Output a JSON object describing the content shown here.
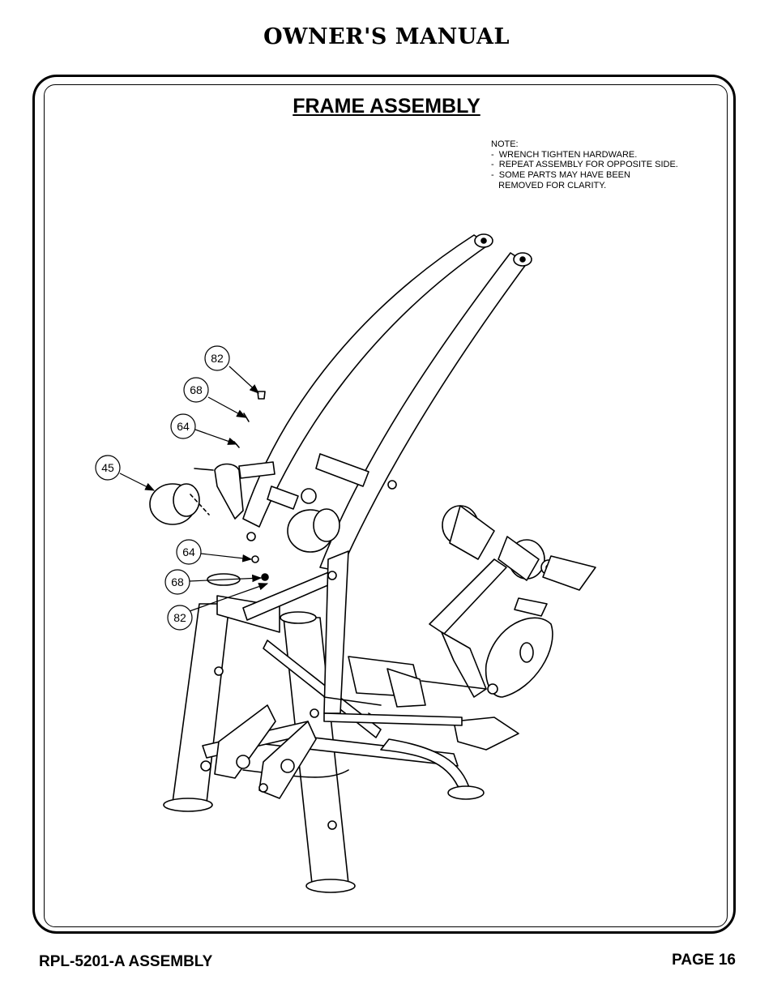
{
  "header": {
    "title": "OWNER'S MANUAL"
  },
  "section": {
    "title": "FRAME ASSEMBLY"
  },
  "note": {
    "lines": [
      "NOTE:",
      "-  WRENCH TIGHTEN HARDWARE.",
      "-  REPEAT ASSEMBLY FOR OPPOSITE SIDE.",
      "-  SOME PARTS MAY HAVE BEEN",
      "   REMOVED FOR CLARITY."
    ]
  },
  "callouts": [
    "82",
    "68",
    "64",
    "45",
    "64",
    "68",
    "82"
  ],
  "footer": {
    "left": "RPL-5201-A ASSEMBLY",
    "right": "PAGE 16"
  }
}
